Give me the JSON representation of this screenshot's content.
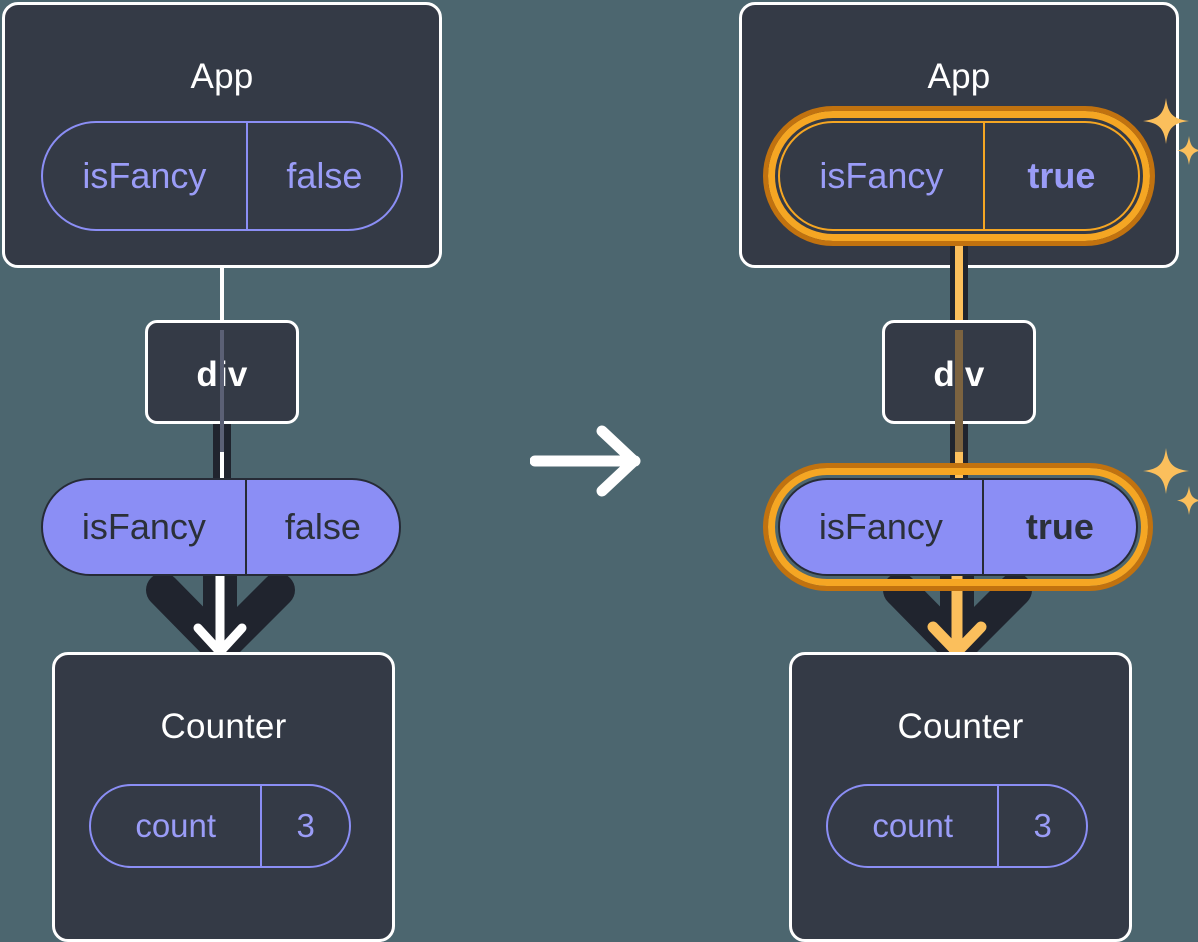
{
  "diagram": {
    "title": "React state update propagation",
    "background_color": "#4c666f",
    "transition_arrow_icon": "arrow-right-icon",
    "sparkle_icon": "sparkle-icon",
    "colors": {
      "panel_box": "#343a46",
      "box_border": "#ffffff",
      "pill_purple": "#8b8ef5",
      "pill_ghost_border": "#8b8ef5",
      "highlight_outer": "#c1720f",
      "highlight_inner": "#f5a623",
      "sparkle": "#fbbf5c",
      "trunk_dark": "#20242e",
      "core_light": "#ffffff",
      "core_orange": "#fbbf5c"
    }
  },
  "before": {
    "app": {
      "title": "App",
      "state": {
        "key": "isFancy",
        "value": "false",
        "bold_value": false,
        "highlighted": false
      }
    },
    "div": {
      "title": "div"
    },
    "passed_prop": {
      "key": "isFancy",
      "value": "false",
      "bold_value": false,
      "highlighted": false
    },
    "counter": {
      "title": "Counter",
      "state": {
        "key": "count",
        "value": "3"
      }
    }
  },
  "after": {
    "app": {
      "title": "App",
      "state": {
        "key": "isFancy",
        "value": "true",
        "bold_value": true,
        "highlighted": true
      }
    },
    "div": {
      "title": "div"
    },
    "passed_prop": {
      "key": "isFancy",
      "value": "true",
      "bold_value": true,
      "highlighted": true
    },
    "counter": {
      "title": "Counter",
      "state": {
        "key": "count",
        "value": "3"
      }
    }
  }
}
